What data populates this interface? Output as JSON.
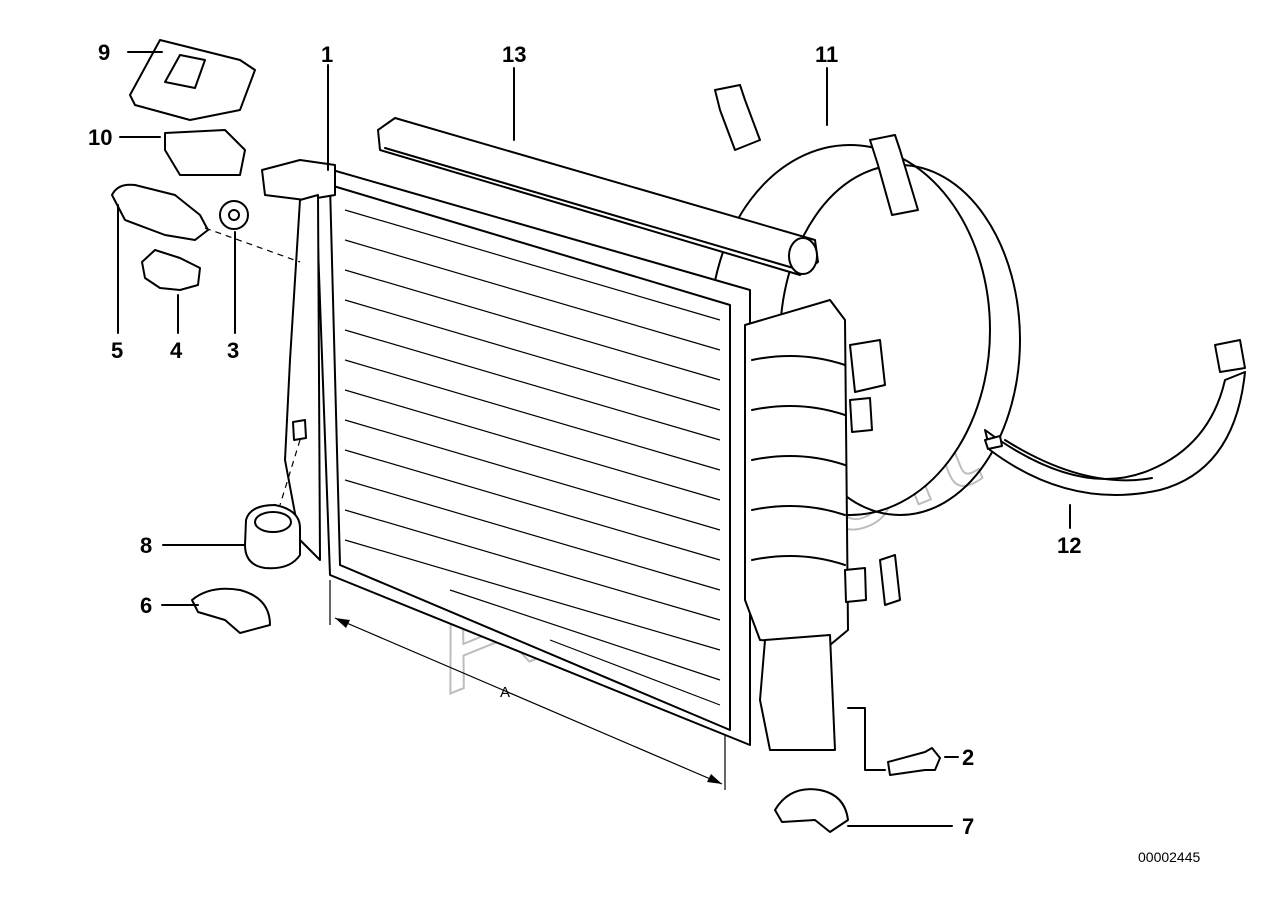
{
  "callouts": {
    "c1": "1",
    "c2": "2",
    "c3": "3",
    "c4": "4",
    "c5": "5",
    "c6": "6",
    "c7": "7",
    "c8": "8",
    "c9": "9",
    "c10": "10",
    "c11": "11",
    "c12": "12",
    "c13": "13"
  },
  "dimension_label": "A",
  "document_number": "00002445",
  "watermark": "AutoSoft"
}
